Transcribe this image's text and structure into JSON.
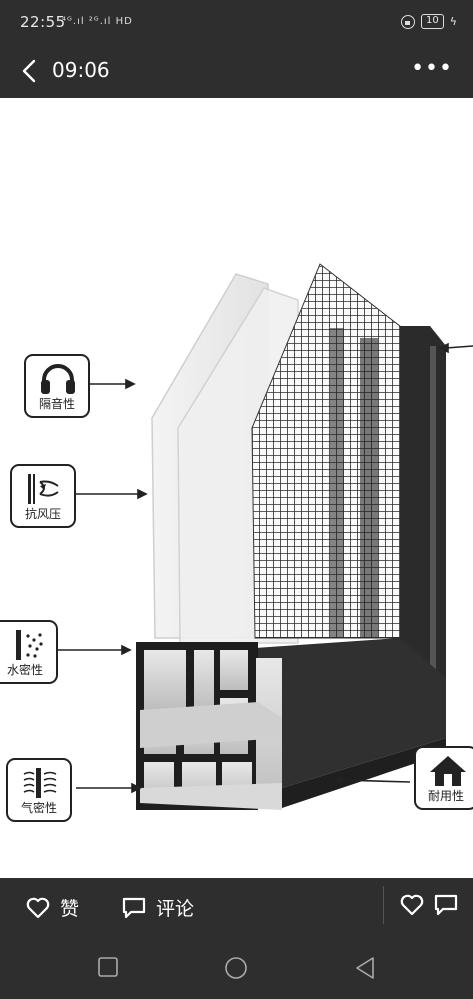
{
  "status": {
    "time": "22:55",
    "signal": "⁴ᴳ.ıl ²ᴳ.ıl HD",
    "battery": "10"
  },
  "header": {
    "title": "09:06"
  },
  "features": {
    "sound": "隔音性",
    "wind": "抗风压",
    "water": "水密性",
    "air": "气密性",
    "durable": "耐用性"
  },
  "actions": {
    "like_label": "赞",
    "comment_label": "评论"
  },
  "colors": {
    "bar": "#2e2e2e",
    "frame": "#2b2b2b",
    "profile": "#cfcfcf"
  }
}
